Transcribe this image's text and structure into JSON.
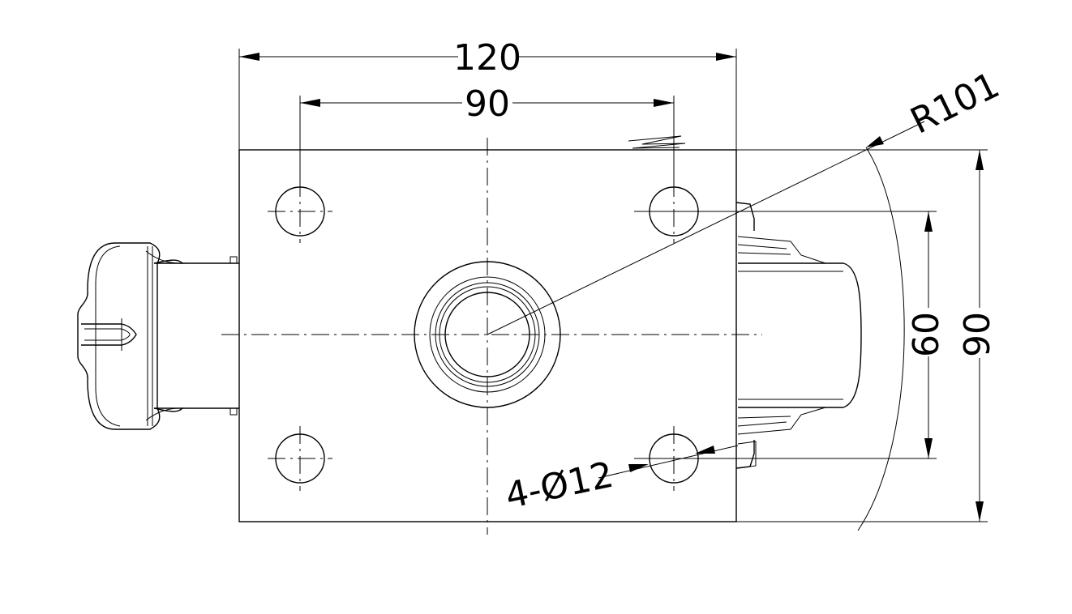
{
  "dimensions": {
    "overall_width": "120",
    "hole_spacing_x": "90",
    "swivel_radius": "R101",
    "hole_spacing_y": "60",
    "overall_height": "90",
    "holes": "4-Ø12"
  }
}
